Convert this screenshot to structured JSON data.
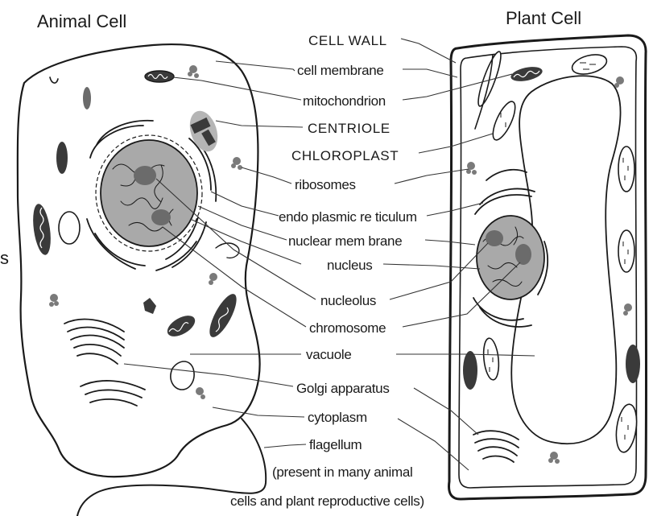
{
  "titles": {
    "animal": "Animal Cell",
    "plant": "Plant Cell"
  },
  "edge_fragment": "s",
  "labels": {
    "cell_wall": "CELL WALL",
    "cell_membrane": "cell membrane",
    "mitochondrion": "mitochondrion",
    "centriole": "CENTRIOLE",
    "chloroplast": "CHLOROPLAST",
    "ribosomes": "ribosomes",
    "endoplasmic_reticulum": "endo plasmic re ticulum",
    "nuclear_membrane": "nuclear mem brane",
    "nucleus": "nucleus",
    "nucleolus": "nucleolus",
    "chromosome": "chromosome",
    "vacuole": "vacuole",
    "golgi": "Golgi apparatus",
    "cytoplasm": "cytoplasm",
    "flagellum": "flagellum",
    "note_line1": "(present in many animal",
    "note_line2": "cells and plant reproductive cells)"
  },
  "colors": {
    "ink": "#1a1a1a",
    "nucleus_fill": "#a9a9a9",
    "nucleolus_fill": "#6b6b6b",
    "organelle_dark": "#3a3a3a",
    "centriole_fill": "#b5b5b5"
  }
}
